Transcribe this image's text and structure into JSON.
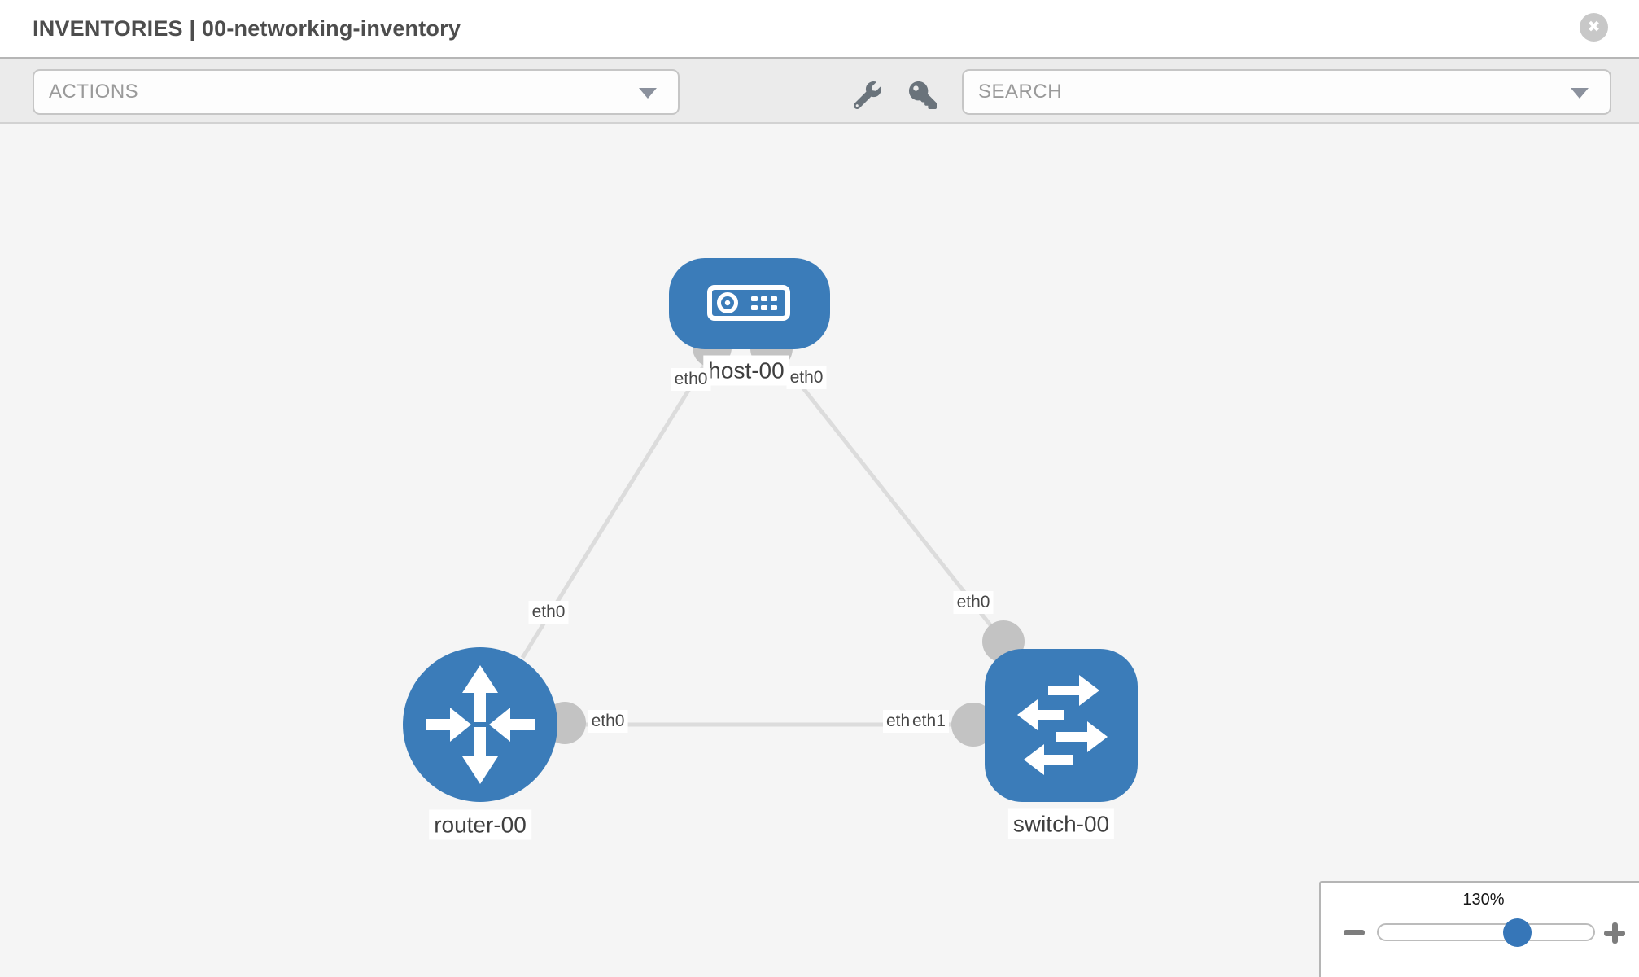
{
  "header": {
    "title": "INVENTORIES | 00-networking-inventory",
    "close_label": "✖"
  },
  "toolbar": {
    "actions_label": "ACTIONS",
    "search_placeholder": "SEARCH",
    "tool_icons": [
      "wrench-icon",
      "key-icon"
    ]
  },
  "topology": {
    "nodes": [
      {
        "name": "host-00",
        "type": "host"
      },
      {
        "name": "router-00",
        "type": "router"
      },
      {
        "name": "switch-00",
        "type": "switch"
      }
    ],
    "links": [
      {
        "from": "host-00",
        "to": "router-00"
      },
      {
        "from": "host-00",
        "to": "switch-00"
      },
      {
        "from": "router-00",
        "to": "switch-00"
      }
    ],
    "interfaces": [
      {
        "label": "eth0",
        "node": "host-00"
      },
      {
        "label": "eth0",
        "node": "host-00"
      },
      {
        "label": "eth0",
        "node": "router-00"
      },
      {
        "label": "eth0",
        "node": "router-00"
      },
      {
        "label": "eth0",
        "node": "switch-00"
      },
      {
        "label": "eth0",
        "node": "switch-00"
      },
      {
        "label": "eth1",
        "node": "switch-00"
      }
    ]
  },
  "zoom_control": {
    "level": "130%"
  },
  "colors": {
    "node_blue": "#3b7cb9",
    "link_gray": "#dcdcdc",
    "interface_gray": "#c3c3c3",
    "canvas_bg": "#f5f5f5",
    "toolbar_bg": "#ebebeb"
  }
}
